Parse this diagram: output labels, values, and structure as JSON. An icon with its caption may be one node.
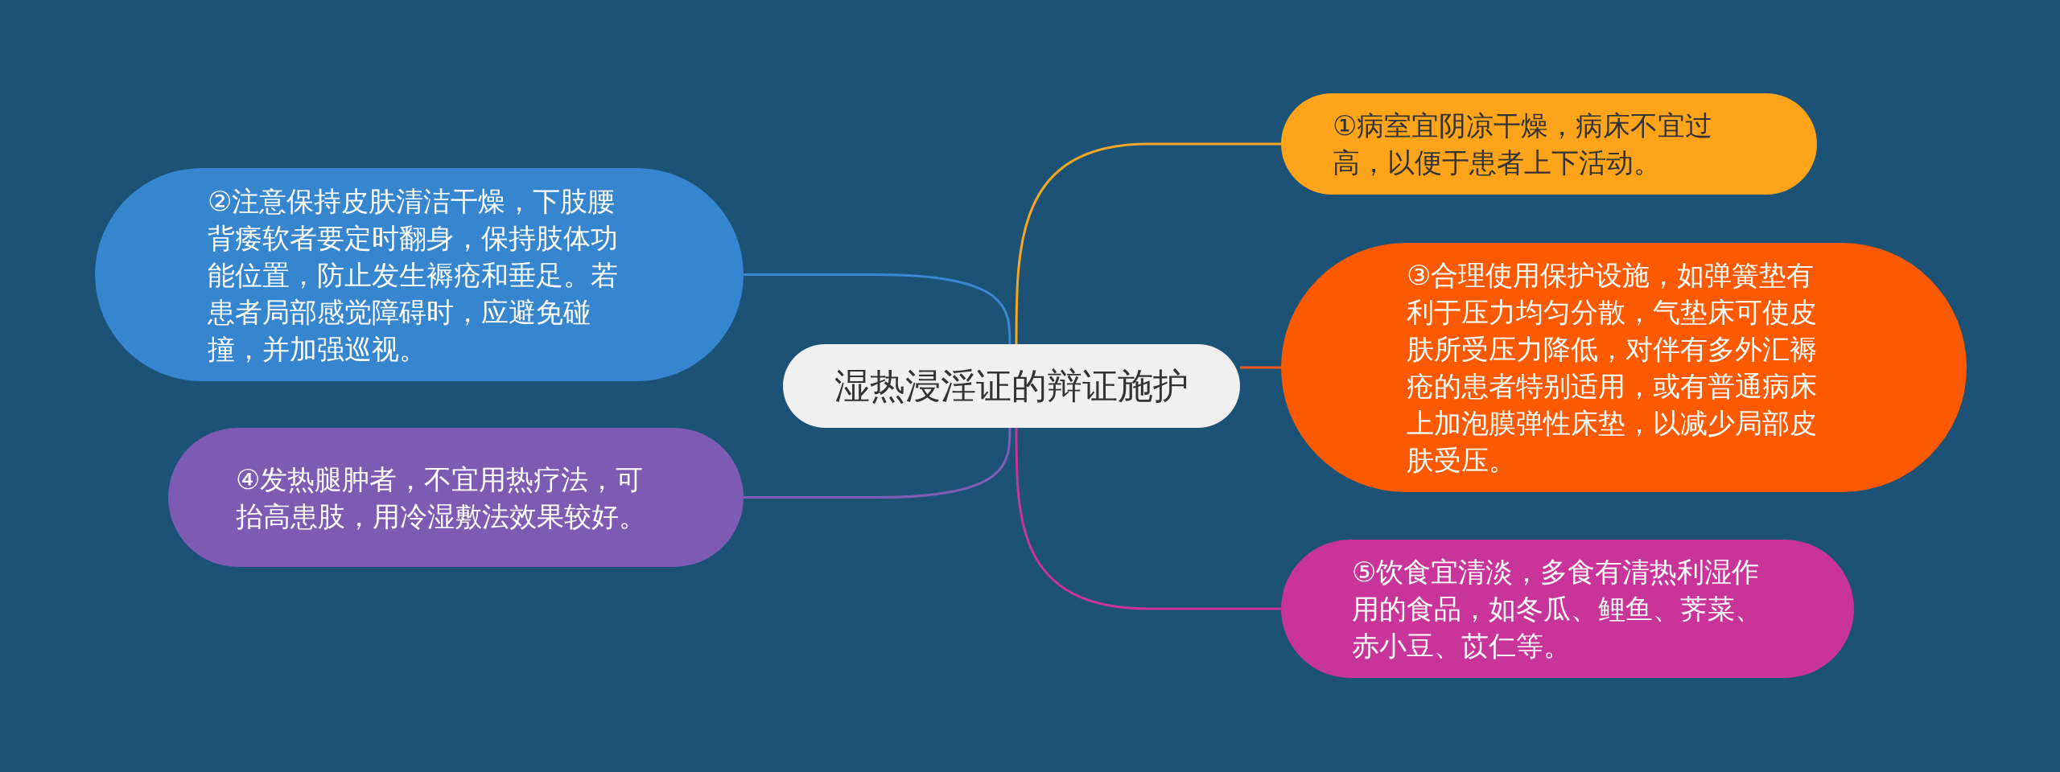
{
  "diagram": {
    "nodes": [
      {
        "text": [
          "湿热浸淫证的辩证施护"
        ]
      },
      {
        "text": [
          "①病室宜阴凉干燥，病床不宜过高，以便于患者上下活动。"
        ]
      },
      {
        "text": [
          "②注意保持皮肤清洁干燥，下肢腰背痿软者要定时翻身，保持肢体功能位置，防止发生褥疮和垂足。若患者局部感觉障碍时，应避免碰撞，并加强巡视。"
        ]
      },
      {
        "text": [
          "③合理使用保护设施，如弹簧垫有利于压力均匀分散，气垫床可使皮肤所受压力降低，对伴有多外汇褥疮的患者特别适用，或有普通病床上加泡膜弹性床垫，以减少局部皮肤受压。"
        ]
      },
      {
        "text": [
          "④发热腿肿者，不宜用热疗法，可抬高患肢，用冷湿敷法效果较好。"
        ]
      },
      {
        "text": [
          "⑤饮食宜清淡，多食有清热利湿作用的食品，如冬瓜、鲤鱼、荠菜、赤小豆、苡仁等。"
        ]
      }
    ],
    "edges": [
      {
        "from": 0,
        "to": 1,
        "arrow": "none",
        "color": "#f5a623"
      },
      {
        "from": 0,
        "to": 2,
        "arrow": "none",
        "color": "#3a87d0"
      },
      {
        "from": 0,
        "to": 3,
        "arrow": "none",
        "color": "#f05a14"
      },
      {
        "from": 0,
        "to": 4,
        "arrow": "none",
        "color": "#7f5cb5"
      },
      {
        "from": 0,
        "to": 5,
        "arrow": "none",
        "color": "#c8359a"
      }
    ]
  }
}
